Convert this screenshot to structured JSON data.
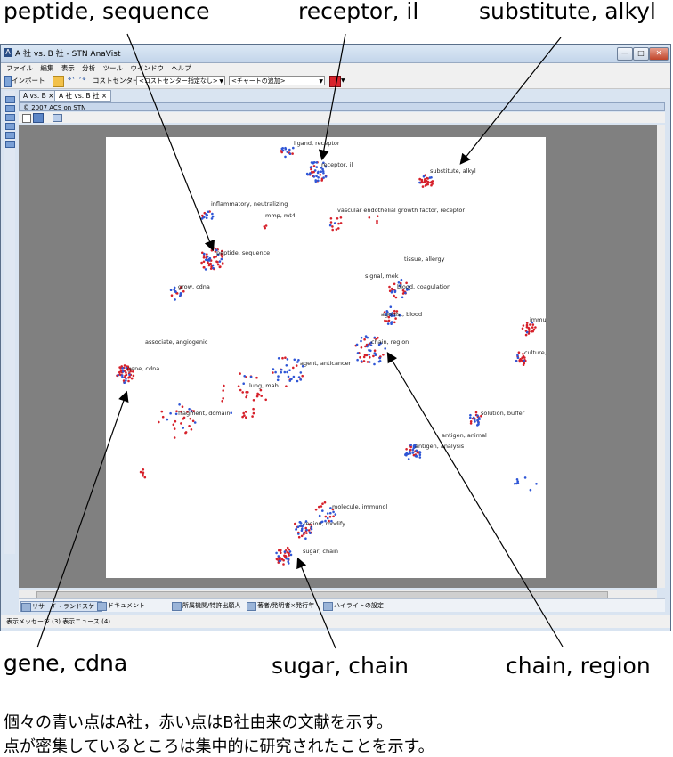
{
  "callouts": {
    "peptide_sequence": "peptide, sequence",
    "receptor_il": "receptor, il",
    "substitute_alkyl": "substitute, alkyl",
    "gene_cdna": "gene, cdna",
    "sugar_chain": "sugar, chain",
    "chain_region": "chain, region"
  },
  "window": {
    "title": "A 社 vs. B 社 - STN AnaVist",
    "app_icon": "A",
    "minimize": "—",
    "maximize": "□",
    "close": "✕"
  },
  "menu": [
    "ファイル",
    "編集",
    "表示",
    "分析",
    "ツール",
    "ウインドウ",
    "ヘルプ"
  ],
  "toolbar": {
    "import_label": "インポート",
    "cost_center_label": "コストセンター",
    "cost_center_value": "<コストセンター指定なし>",
    "chart_add_value": "<チャートの追加>"
  },
  "tabs": [
    {
      "label": "A vs. B",
      "active": false
    },
    {
      "label": "A 社 vs. B 社",
      "active": true
    }
  ],
  "panel": {
    "header": "© 2007 ACS on STN"
  },
  "map_labels": [
    "ligand, receptor",
    "receptor, il",
    "substitute, alkyl",
    "inflammatory, neutralizing",
    "mmp, mt4",
    "vascular endothelial growth factor, receptor",
    "peptide, sequence",
    "tissue, allergy",
    "signal, mek",
    "blood, coagulation",
    "grow, cdna",
    "agonist, blood",
    "immunosuppressant, granule",
    "chain, region",
    "associate, angiogenic",
    "culture, animal",
    "agent, anticancer",
    "gene, cdna",
    "lung, mab",
    "solution, buffer",
    "fragment, domain",
    "antigen, animal",
    "antigen, analysis",
    "molecule, immunol",
    "region, modify",
    "sugar, chain"
  ],
  "view_tabs": [
    {
      "label": "リサーチ・ランドスケ",
      "active": true
    },
    {
      "label": "ドキュメント",
      "active": false
    },
    {
      "label": "所属機関/特許出願人",
      "active": false
    },
    {
      "label": "著者/発明者×発行年",
      "active": false
    },
    {
      "label": "ハイライトの設定",
      "active": false
    }
  ],
  "status": "表示メッセージ (3)  表示ニュース (4)",
  "caption_lines": [
    "個々の青い点はA社，赤い点はB社由来の文献を示す。",
    "点が密集しているところは集中的に研究されたことを示す。"
  ],
  "colors": {
    "company_a": "#2f56d6",
    "company_b": "#d6202a",
    "canvas_bg": "#808080"
  }
}
